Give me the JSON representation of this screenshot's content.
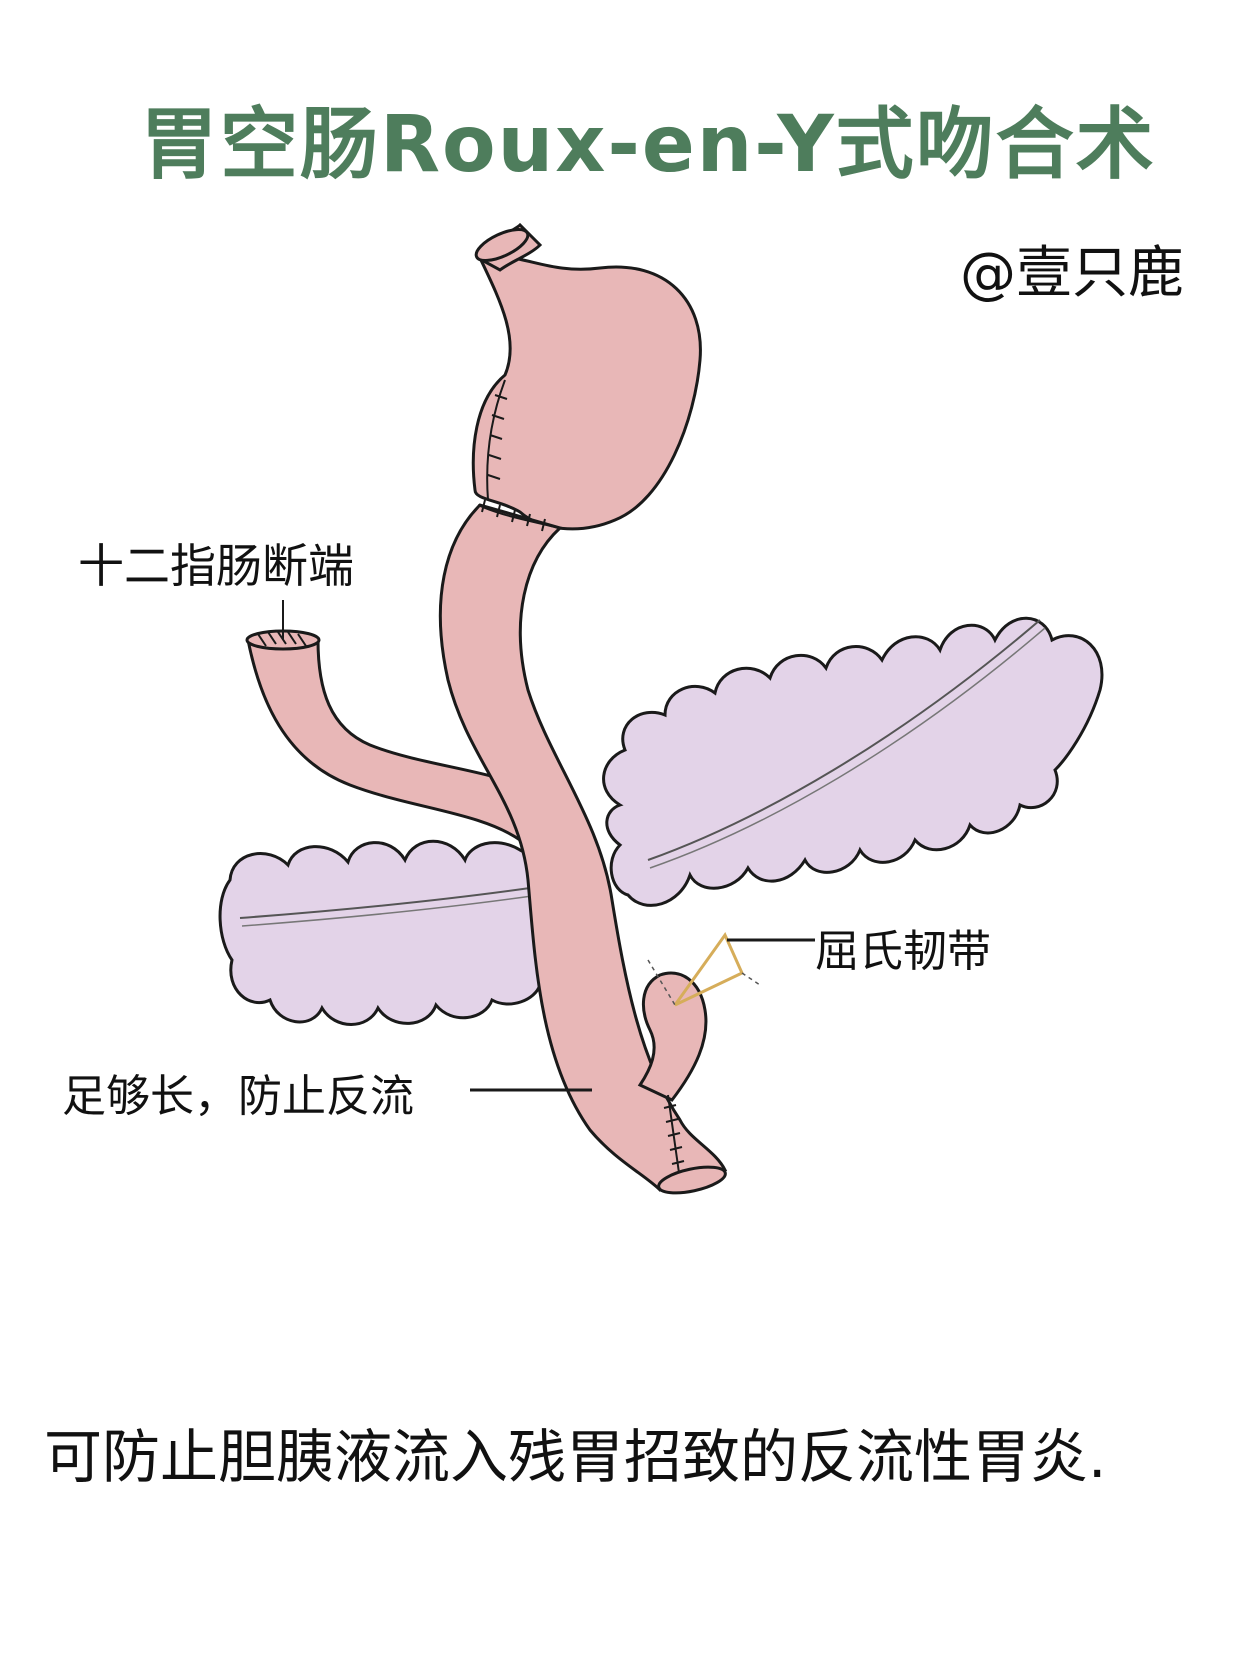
{
  "title": "胃空肠Roux-en-Y式吻合术",
  "author": "@壹只鹿",
  "labels": {
    "duodenum_stump": "十二指肠断端",
    "treitz_ligament": "屈氏韧带",
    "long_enough": "足够长，防止反流"
  },
  "caption": "可防止胆胰液流入残胃招致的反流性胃炎.",
  "colors": {
    "title": "#4e7d5c",
    "stomach_jejunum": "#e8b7b7",
    "colon": "#e3d3e8",
    "ligament": "#d6ad5a",
    "outline": "#1a1a1a"
  }
}
